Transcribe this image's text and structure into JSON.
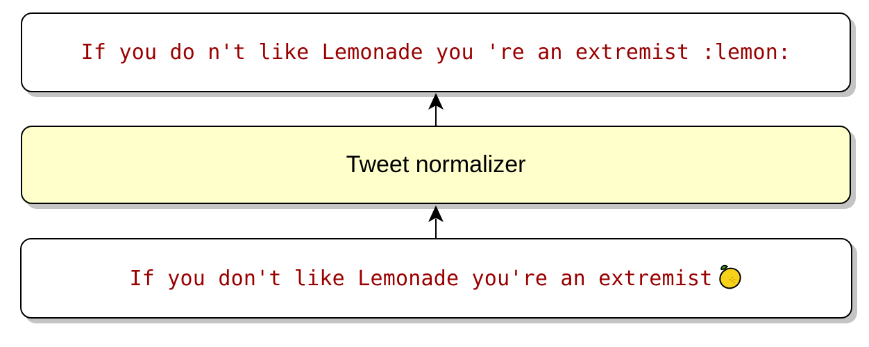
{
  "colors": {
    "text_red": "#990000",
    "normalizer_fill": "#ffffcc",
    "border": "#000000",
    "shadow": "#c4c4c4"
  },
  "diagram": {
    "output_text": "If you do n't like Lemonade you 're an extremist :lemon:",
    "normalizer_label": "Tweet normalizer",
    "input_text": "If you don't like Lemonade you're an extremist",
    "input_icon": "lemon-emoji-icon"
  }
}
